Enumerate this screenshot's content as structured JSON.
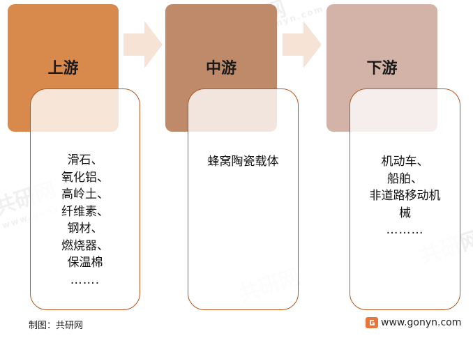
{
  "stages": {
    "upstream": {
      "title": "上游",
      "items": [
        "滑石、",
        "氧化铝、",
        "高岭土、",
        "纤维素、",
        "钢材、",
        "燃烧器、",
        "保温棉",
        "……."
      ]
    },
    "midstream": {
      "title": "中游",
      "items": [
        "蜂窝陶瓷载体"
      ]
    },
    "downstream": {
      "title": "下游",
      "items": [
        "机动车、",
        "船舶、",
        "非道路移动机械",
        "………"
      ]
    }
  },
  "watermark": {
    "brand": "共研网",
    "url": "www.gonyn.com"
  },
  "footer": {
    "credit": "制图：共研网",
    "website": "www.gonyn.com"
  },
  "colors": {
    "upstream": "#d88a4c",
    "midstream": "#bf8a6a",
    "downstream": "#d3b3a8",
    "card_border": "#b5541c",
    "arrow": "#f7e3d6"
  }
}
